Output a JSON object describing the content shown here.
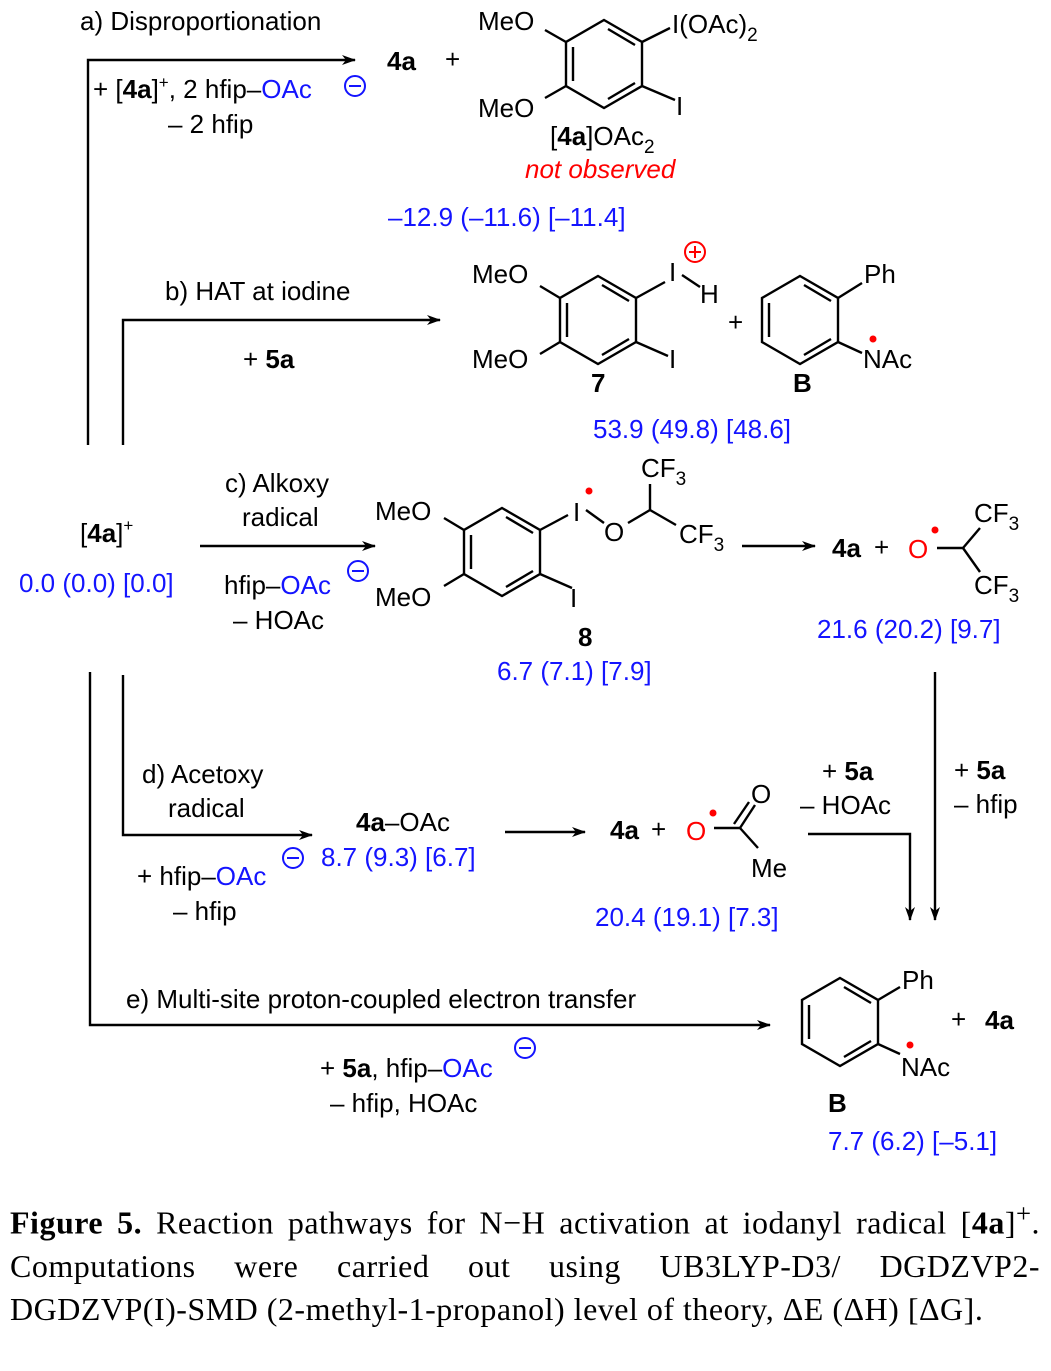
{
  "colors": {
    "energy": "#1414ff",
    "highlight": "#ff0000"
  },
  "pathway_a": {
    "label": "a) Disproportionation",
    "reagent_plus": "+ [",
    "reagent_4a": "4a",
    "reagent_rest": "]",
    "reagent_sup": "+",
    "reagent_hfip": ", 2 hfip–",
    "reagent_oac": "OAc",
    "minus": "– 2 hfip",
    "product_4a": "4a",
    "plus": "+",
    "meo1": "MeO",
    "meo2": "MeO",
    "i_oac": "I(OAc)",
    "i_oac_sub": "2",
    "iodo": "I",
    "name_open": "[",
    "name_4a": "4a",
    "name_close": "]OAc",
    "name_sub": "2",
    "not_observed": "not observed",
    "energy": "–12.9 (–11.6) [–11.4]"
  },
  "pathway_b": {
    "label": "b) HAT at iodine",
    "reagent_plus": "+ ",
    "reagent_5a": "5a",
    "meo1": "MeO",
    "meo2": "MeO",
    "iodo_top": "I",
    "h": "H",
    "iodo": "I",
    "compound": "7",
    "plus": "+",
    "ph": "Ph",
    "nac": "NAc",
    "compound_b": "B",
    "energy": "53.9 (49.8) [48.6]"
  },
  "start": {
    "name_open": "[",
    "name_4a": "4a",
    "name_close": "]",
    "sup": "+",
    "energy": "0.0 (0.0) [0.0]"
  },
  "pathway_c": {
    "label_line1": "c) Alkoxy",
    "label_line2": "radical",
    "reagent_hfip": "hfip–",
    "reagent_oac": "OAc",
    "minus": "– HOAc",
    "meo1": "MeO",
    "meo2": "MeO",
    "iodo_top": "I",
    "oxygen": "O",
    "cf3_a": "CF",
    "cf3_a_sub": "3",
    "cf3_b": "CF",
    "cf3_b_sub": "3",
    "iodo": "I",
    "compound": "8",
    "energy_8": "6.7 (7.1) [7.9]",
    "product_4a": "4a",
    "plus": "+",
    "radical_o": "O",
    "cf3_c": "CF",
    "cf3_c_sub": "3",
    "cf3_d": "CF",
    "cf3_d_sub": "3",
    "energy_product": "21.6 (20.2) [9.7]",
    "down_plus": "+ ",
    "down_5a": "5a",
    "down_minus": "– hfip"
  },
  "pathway_d": {
    "label_line1": "d) Acetoxy",
    "label_line2": "radical",
    "reagent_plus": "+ hfip–",
    "reagent_oac": "OAc",
    "minus": "– hfip",
    "intermediate_4a": "4a",
    "intermediate_rest": "–OAc",
    "energy_intermediate": "8.7 (9.3) [6.7]",
    "product_4a": "4a",
    "plus": "+",
    "radical_o": "O",
    "carbonyl_o": "O",
    "me": "Me",
    "energy_product": "20.4 (19.1) [7.3]",
    "step_plus": "+ ",
    "step_5a": "5a",
    "step_minus": "– HOAc"
  },
  "pathway_e": {
    "label": "e) Multi-site proton-coupled electron transfer",
    "reagent_plus": "+ ",
    "reagent_5a": "5a",
    "reagent_hfip": ", hfip–",
    "reagent_oac": "OAc",
    "minus": "– hfip, HOAc"
  },
  "final": {
    "ph": "Ph",
    "nac": "NAc",
    "plus": "+",
    "product_4a": "4a",
    "compound_b": "B",
    "energy": "7.7 (6.2) [–5.1]"
  },
  "caption": {
    "figure": "Figure 5.",
    "text1": " Reaction pathways for N−H activation at iodanyl radical [",
    "bold_4a": "4a",
    "text2": "]",
    "sup": "+",
    "text3": ". Computations were carried out using UB3LYP-D3/ DGDZVP2- DGDZVP(I)-SMD (2-methyl-1-propanol) level of theory, ΔE (ΔH) [ΔG]."
  }
}
